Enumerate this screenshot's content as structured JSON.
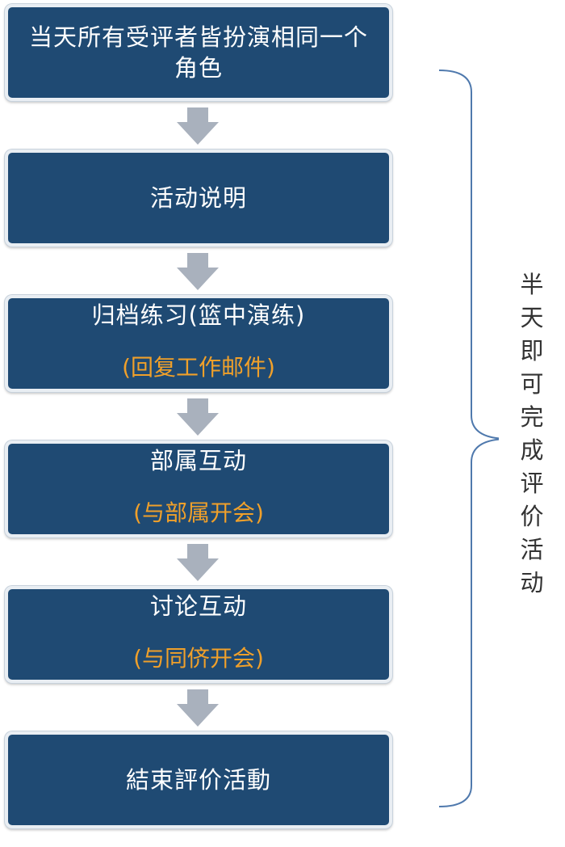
{
  "steps": [
    {
      "main": "当天所有受评者皆扮演相同一个角色",
      "sub": ""
    },
    {
      "main": "活动说明",
      "sub": ""
    },
    {
      "main": "归档练习(篮中演练)",
      "sub": "(回复工作邮件)"
    },
    {
      "main": "部属互动",
      "sub": "(与部属开会)"
    },
    {
      "main": "讨论互动",
      "sub": "(与同侪开会)"
    },
    {
      "main": "結束評价活動",
      "sub": ""
    }
  ],
  "side_label": "半天即可完成评价活动",
  "colors": {
    "box_fill": "#1f4a73",
    "box_text": "#ffffff",
    "sub_text": "#f0a02a",
    "arrow": "#a9b1bd",
    "brace": "#4f79ad"
  }
}
